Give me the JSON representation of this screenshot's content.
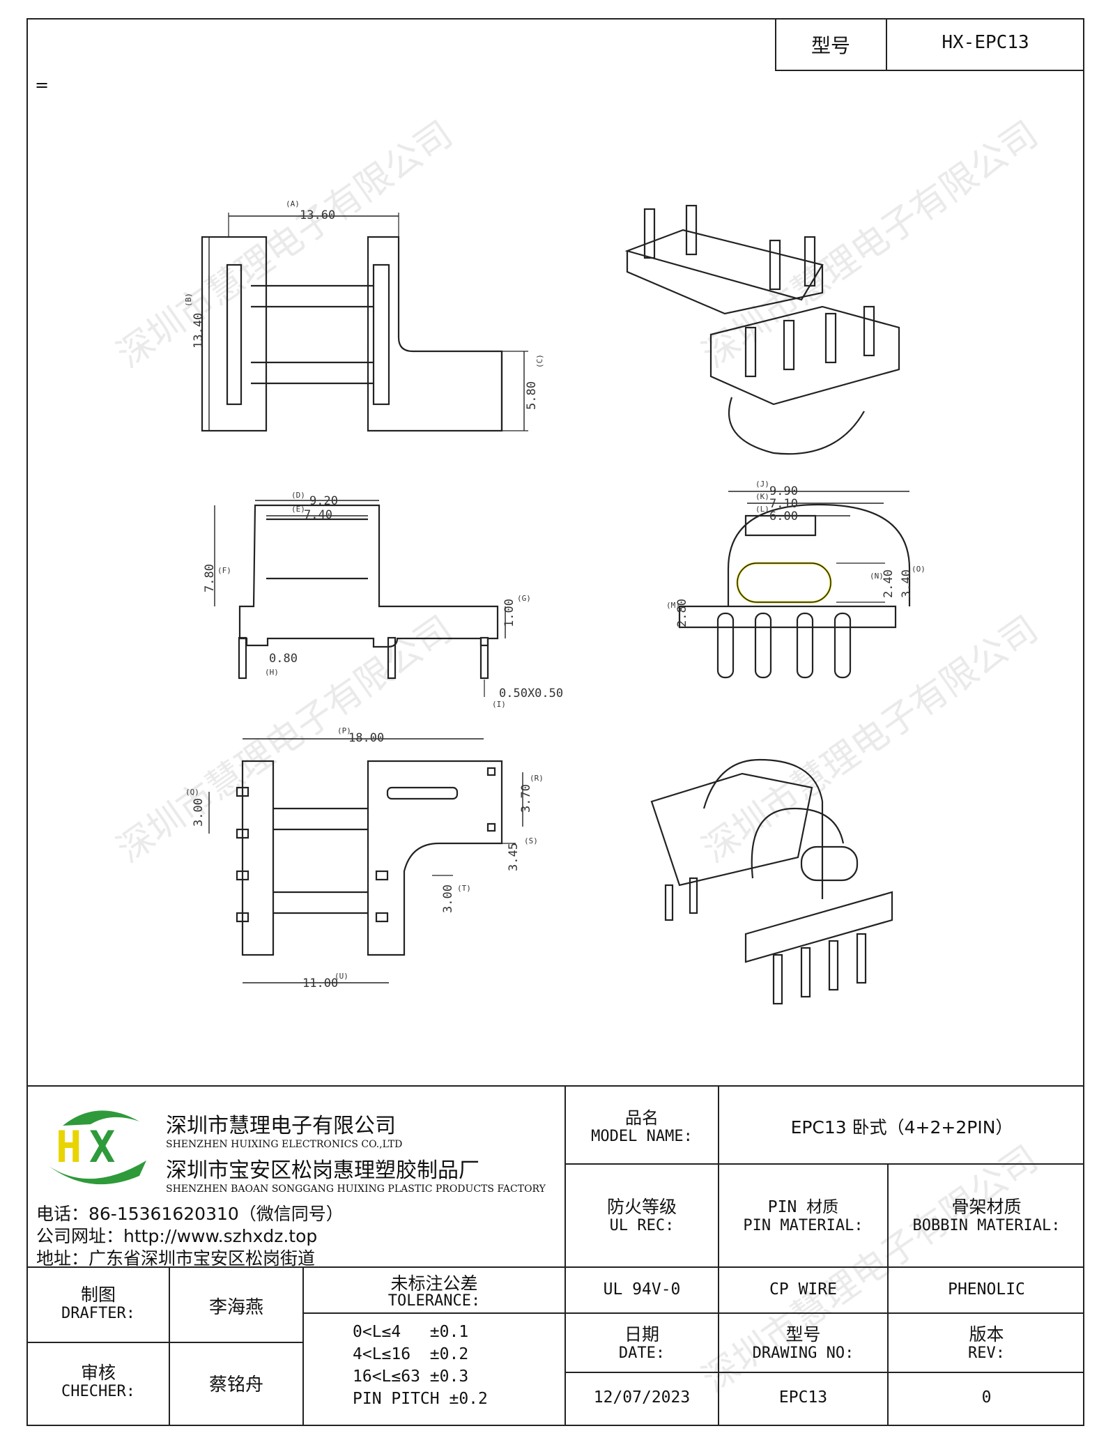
{
  "header": {
    "model_label": "型号",
    "model_value": "HX-EPC13",
    "equals_mark": "="
  },
  "drawing": {
    "dims": {
      "a": "13.60",
      "b": "13.40",
      "c": "5.80",
      "d": "9.20",
      "e": "7.40",
      "f": "7.80",
      "g": "1.00",
      "h": "0.80",
      "i": "0.50X0.50",
      "j": "9.90",
      "k": "7.10",
      "l": "6.00",
      "m": "2.80",
      "n": "2.40",
      "o": "3.40",
      "p": "18.00",
      "q": "3.00",
      "r": "3.70",
      "s": "3.45",
      "t": "3.00",
      "u": "11.00"
    },
    "dim_tags": {
      "a": "(A)",
      "b": "(B)",
      "c": "(C)",
      "d": "(D)",
      "e": "(E)",
      "f": "(F)",
      "g": "(G)",
      "h": "(H)",
      "i": "(I)",
      "j": "(J)",
      "k": "(K)",
      "l": "(L)",
      "m": "(M)",
      "n": "(N)",
      "o": "(O)",
      "p": "(P)",
      "q": "(Q)",
      "r": "(R)",
      "s": "(S)",
      "t": "(T)",
      "u": "(U)"
    },
    "watermark": "深圳市慧理电子有限公司"
  },
  "company": {
    "name_cn": "深圳市慧理电子有限公司",
    "name_en": "SHENZHEN HUIXING ELECTRONICS CO.,LTD",
    "factory_cn": "深圳市宝安区松岗惠理塑胶制品厂",
    "factory_en": "SHENZHEN BAOAN SONGGANG HUIXING PLASTIC PRODUCTS FACTORY",
    "phone": "电话：86-15361620310（微信同号）",
    "website": "公司网址：http://www.szhxdz.top",
    "address": "地址：广东省深圳市宝安区松岗街道",
    "logo_text": "HX",
    "logo_green": "#2e9a3a",
    "logo_yellow": "#e8d400"
  },
  "title_block": {
    "model_name_cn": "品名",
    "model_name_en": "MODEL NAME:",
    "model_name_value": "EPC13 卧式（4+2+2PIN）",
    "ul_cn": "防火等级",
    "ul_en": "UL REC:",
    "ul_value": "UL 94V-0",
    "pin_cn": "PIN 材质",
    "pin_en": "PIN MATERIAL:",
    "pin_value": "CP WIRE",
    "bobbin_cn": "骨架材质",
    "bobbin_en": "BOBBIN MATERIAL:",
    "bobbin_value": "PHENOLIC",
    "drafter_cn": "制图",
    "drafter_en": "DRAFTER:",
    "drafter_value": "李海燕",
    "checker_cn": "审核",
    "checker_en": "CHECHER:",
    "checker_value": "蔡铭舟",
    "tolerance_cn": "未标注公差",
    "tolerance_en": "TOLERANCE:",
    "tolerance_lines": [
      "0<L≤4   ±0.1",
      "4<L≤16  ±0.2",
      "16<L≤63 ±0.3",
      "PIN PITCH ±0.2"
    ],
    "date_cn": "日期",
    "date_en": "DATE:",
    "date_value": "12/07/2023",
    "drawing_no_cn": "型号",
    "drawing_no_en": "DRAWING NO:",
    "drawing_no_value": "EPC13",
    "rev_cn": "版本",
    "rev_en": "REV:",
    "rev_value": "0"
  }
}
